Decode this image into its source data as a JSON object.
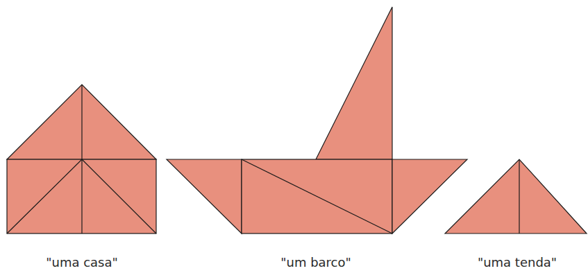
{
  "diagram": {
    "labels": [
      "\"uma casa\"",
      "\"um barco\"",
      "\"uma tenda\""
    ]
  }
}
